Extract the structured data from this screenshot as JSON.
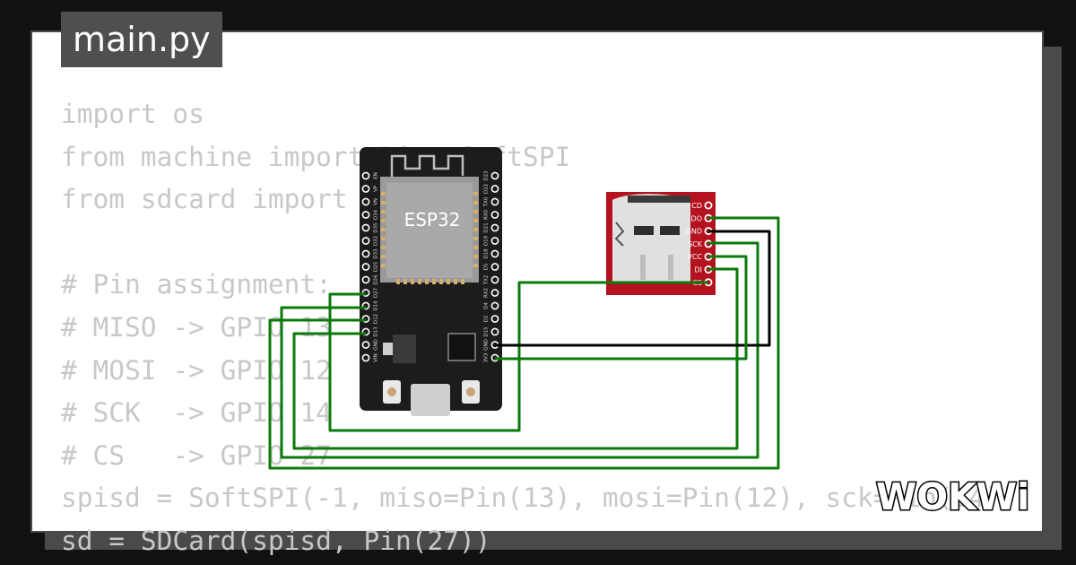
{
  "editor": {
    "tab_label": "main.py",
    "code_lines": [
      "import os",
      "from machine import Pin, SoftSPI",
      "from sdcard import SDCard",
      "",
      "# Pin assignment:",
      "# MISO -> GPIO 13",
      "# MOSI -> GPIO 12",
      "# SCK  -> GPIO 14",
      "# CS   -> GPIO 27",
      "spisd = SoftSPI(-1, miso=Pin(13), mosi=Pin(12), sck=Pin(14))",
      "sd = SDCard(spisd, Pin(27))"
    ]
  },
  "esp32": {
    "chip_label": "ESP32",
    "pins_left": [
      "EN",
      "VP",
      "VN",
      "D34",
      "D35",
      "D32",
      "D33",
      "D25",
      "D26",
      "D27",
      "D14",
      "D12",
      "D13",
      "GND",
      "VIN"
    ],
    "pins_right": [
      "D23",
      "D22",
      "TX0",
      "RX0",
      "D21",
      "D19",
      "D18",
      "D5",
      "TX2",
      "RX2",
      "D4",
      "D2",
      "D15",
      "GND",
      "3V3"
    ]
  },
  "sd_module": {
    "pins": [
      "CD",
      "DO",
      "GND",
      "SCK",
      "VCC",
      "DI",
      "CS"
    ]
  },
  "colors": {
    "wire_signal": "#0a7a0a",
    "wire_ground": "#000000",
    "sd_board": "#b3121e",
    "esp_board": "#1c1c1c"
  },
  "brand": {
    "logo_text": "WOKWi"
  }
}
